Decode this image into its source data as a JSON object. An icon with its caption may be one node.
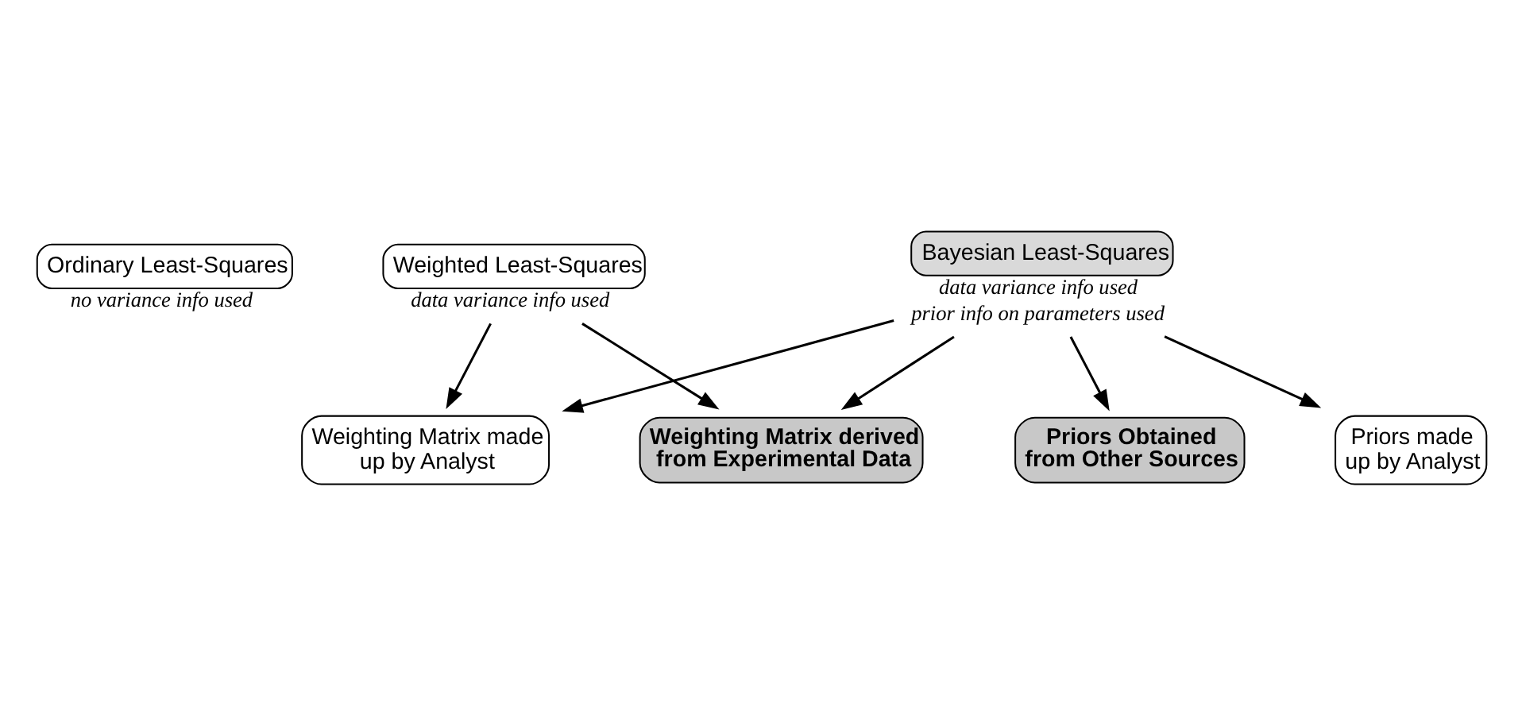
{
  "diagram": {
    "nodes": [
      {
        "text": [
          "Ordinary Least-Squares"
        ],
        "beside": [
          "no variance info used"
        ]
      },
      {
        "text": [
          "Weighted Least-Squares"
        ],
        "beside": [
          "data variance info used"
        ]
      },
      {
        "text": [
          "Bayesian Least-Squares"
        ],
        "beside": [
          "data variance info used",
          "prior info on parameters used"
        ]
      },
      {
        "text": [
          "Weighting Matrix made up by Analyst"
        ]
      },
      {
        "text": [
          "Priors Obtained from Other Sources"
        ]
      },
      {
        "text": [
          "Weighting Matrix derived from Experimental Data"
        ]
      },
      {
        "text": [
          "Priors made up by Analyst"
        ]
      }
    ],
    "edges": [
      {
        "from": 1,
        "to": 3,
        "arrow": "to"
      },
      {
        "from": 1,
        "to": 5,
        "arrow": "to"
      },
      {
        "from": 2,
        "to": 3,
        "arrow": "to"
      },
      {
        "from": 2,
        "to": 5,
        "arrow": "to"
      },
      {
        "from": 2,
        "to": 6,
        "arrow": "to"
      },
      {
        "from": 2,
        "to": 4,
        "arrow": "to"
      }
    ]
  }
}
